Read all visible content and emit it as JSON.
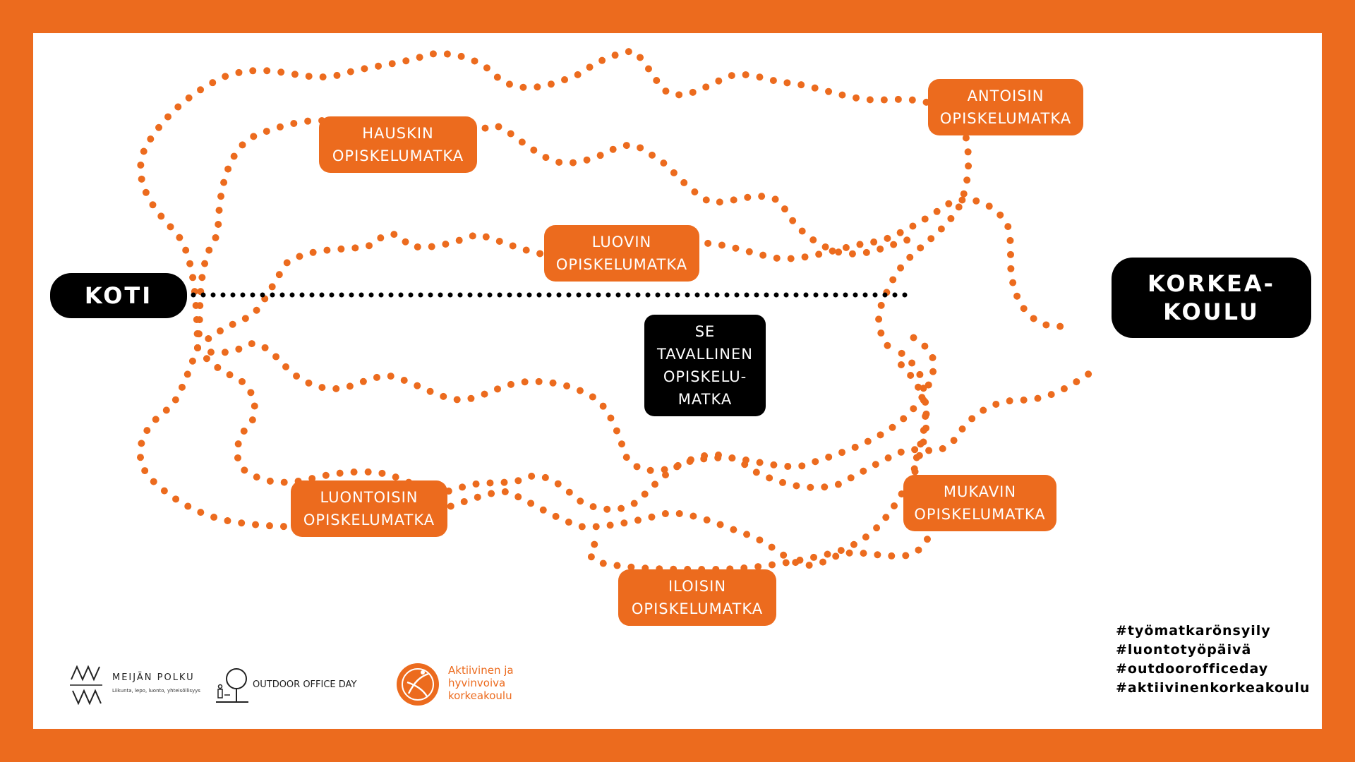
{
  "nodes": {
    "home": "KOTI",
    "school": [
      "KORKEA-",
      "KOULU"
    ],
    "ordinary": [
      "SE",
      "TAVALLINEN",
      "OPISKELU-",
      "MATKA"
    ]
  },
  "routes": {
    "hauskin": [
      "HAUSKIN",
      "OPISKELUMATKA"
    ],
    "luovin": [
      "LUOVIN",
      "OPISKELUMATKA"
    ],
    "antoisin": [
      "ANTOISIN",
      "OPISKELUMATKA"
    ],
    "luontoisin": [
      "LUONTOISIN",
      "OPISKELUMATKA"
    ],
    "mukavin": [
      "MUKAVIN",
      "OPISKELUMATKA"
    ],
    "iloisin": [
      "ILOISIN",
      "OPISKELUMATKA"
    ]
  },
  "hashtags": [
    "#työmatkarönsyily",
    "#luontotyöpäivä",
    "#outdoorofficeday",
    "#aktiivinenkorkeakoulu"
  ],
  "logos": {
    "meijan_polku": {
      "name": "MEIJÄN POLKU",
      "tagline": "Liikunta, lepo, luonto, yhteisöllisyys"
    },
    "outdoor_office_day": {
      "name": "OUTDOOR OFFICE DAY"
    },
    "aktiivinen": {
      "lines": [
        "Aktiivinen ja",
        "hyvinvoiva",
        "korkeakoulu"
      ]
    }
  },
  "colors": {
    "accent": "#EC6B1E",
    "dark": "#000000",
    "background": "#FFFFFF"
  }
}
